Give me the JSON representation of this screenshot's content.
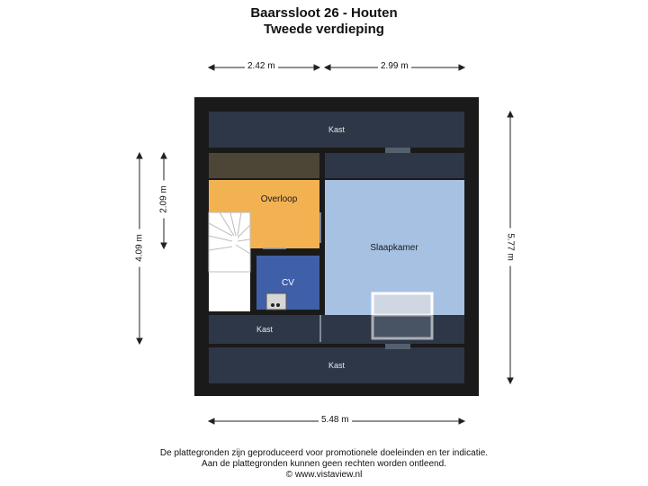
{
  "header": {
    "title": "Baarssloot 26 - Houten",
    "subtitle": "Tweede verdieping"
  },
  "dimensions": {
    "top_left": "2.42 m",
    "top_right": "2.99 m",
    "bottom": "5.48 m",
    "left_outer": "4.09 m",
    "left_inner": "2.09 m",
    "right": "5.77 m"
  },
  "rooms": {
    "kast_top": "Kast",
    "overloop": "Overloop",
    "cv": "CV",
    "slaapkamer": "Slaapkamer",
    "kast_middle": "Kast",
    "kast_bottom": "Kast"
  },
  "colors": {
    "wall": "#1a1a1a",
    "roof_slope": "#2d3748",
    "overloop": "#f2b252",
    "cv": "#3f5fa8",
    "slaapkamer": "#a7c1e3",
    "beam": "#4d4536"
  },
  "footer": {
    "line1": "De plattegronden zijn geproduceerd voor promotionele doeleinden en ter indicatie.",
    "line2": "Aan de plattegronden kunnen geen rechten worden ontleend.",
    "line3": "© www.vistaview.nl"
  }
}
